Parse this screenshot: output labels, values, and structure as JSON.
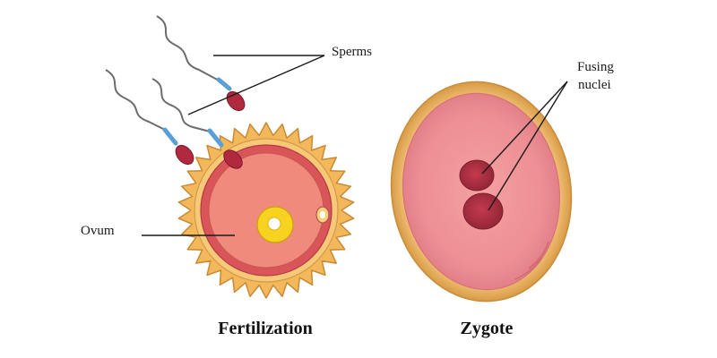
{
  "panels": [
    {
      "caption": "Fertilization",
      "labels": {
        "sperms": "Sperms",
        "ovum": "Ovum"
      }
    },
    {
      "caption": "Zygote",
      "labels": {
        "fusing_line1": "Fusing",
        "fusing_line2": "nuclei"
      }
    }
  ],
  "colors": {
    "zona_ring": "#f4b85c",
    "zona_edge": "#c98a33",
    "ovum_membrane": "#d9555a",
    "ovum_cytoplasm": "#f08a7c",
    "nucleus_yellow": "#f7d21e",
    "sperm_head": "#b0293f",
    "sperm_midpiece": "#5a9fd6",
    "zygote_outer": "#e9b866",
    "zygote_inner": "#ee8f95",
    "zygote_nucleus": "#b23645"
  }
}
